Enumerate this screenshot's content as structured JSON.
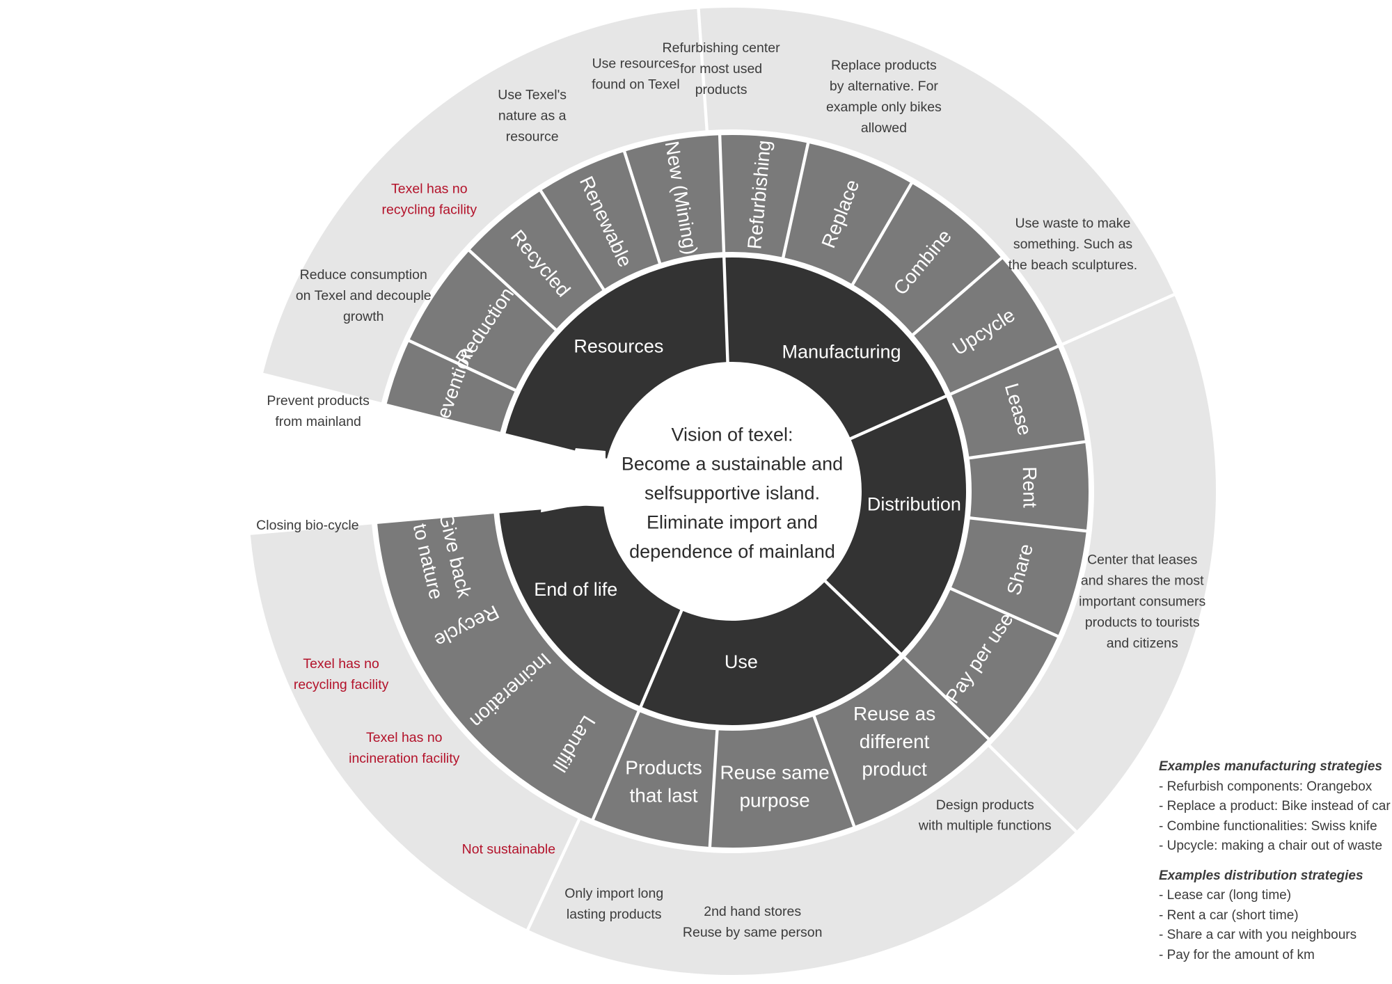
{
  "colors": {
    "center": "#ffffff",
    "phase": "#333333",
    "strategy": "#7a7a7a",
    "note_ring": "#e6e6e6",
    "note_text": "#3b3b3b",
    "warning_text": "#b3122a"
  },
  "center": {
    "lines": [
      "Vision of texel:",
      "Become a sustainable and",
      "selfsupportive island.",
      "Eliminate import and",
      "dependence of mainland"
    ]
  },
  "phases": [
    {
      "id": "resources",
      "label": "Resources",
      "strategies": [
        {
          "label": "Prevention"
        },
        {
          "label": "Reduction"
        },
        {
          "label": "Recycled"
        },
        {
          "label": "Renewable"
        },
        {
          "label": "New (Mining)"
        }
      ],
      "notes": [
        {
          "lines": [
            "Prevent products",
            "from mainland"
          ],
          "warning": false
        },
        {
          "lines": [
            "Reduce consumption",
            "on Texel and decouple",
            "growth"
          ],
          "warning": false
        },
        {
          "lines": [
            "Texel has no",
            "recycling facility"
          ],
          "warning": true
        },
        {
          "lines": [
            "Use Texel's",
            "nature as a",
            "resource"
          ],
          "warning": false
        },
        {
          "lines": [
            "Use resources",
            "found on Texel"
          ],
          "warning": false
        }
      ]
    },
    {
      "id": "manufacturing",
      "label": "Manufacturing",
      "strategies": [
        {
          "label": "Refurbishing"
        },
        {
          "label": "Replace"
        },
        {
          "label": "Combine"
        },
        {
          "label": "Upcycle"
        }
      ],
      "notes": [
        {
          "lines": [
            "Refurbishing center",
            "for most used",
            "products"
          ],
          "warning": false
        },
        {
          "lines": [
            "Replace products",
            "by alternative. For",
            "example only bikes",
            "allowed"
          ],
          "warning": false
        },
        {
          "lines": [
            "Use waste to make",
            "something. Such as",
            "the beach sculptures."
          ],
          "warning": false
        }
      ]
    },
    {
      "id": "distribution",
      "label": "Distribution",
      "strategies": [
        {
          "label": "Lease"
        },
        {
          "label": "Rent"
        },
        {
          "label": "Share"
        },
        {
          "label": "Pay per use"
        }
      ],
      "notes": [
        {
          "lines": [
            "Center that leases",
            "and shares the most",
            "important consumers",
            "products to tourists",
            "and citizens"
          ],
          "warning": false
        }
      ]
    },
    {
      "id": "use",
      "label": "Use",
      "strategies": [
        {
          "label": "Reuse as different product",
          "lines": [
            "Reuse as",
            "different",
            "product"
          ]
        },
        {
          "label": "Reuse same purpose",
          "lines": [
            "Reuse same",
            "purpose"
          ]
        },
        {
          "label": "Products that last",
          "lines": [
            "Products",
            "that last"
          ]
        }
      ],
      "notes": [
        {
          "lines": [
            "Design products",
            "with multiple functions"
          ],
          "warning": false
        },
        {
          "lines": [
            "2nd hand stores",
            "Reuse by same person"
          ],
          "warning": false
        },
        {
          "lines": [
            "Only import long",
            "lasting products"
          ],
          "warning": false
        }
      ]
    },
    {
      "id": "end-of-life",
      "label": "End of life",
      "strategies": [
        {
          "label": "Landfill"
        },
        {
          "label": "Incineration"
        },
        {
          "label": "Recycle"
        },
        {
          "label": "Give back to nature",
          "lines": [
            "Give back",
            "to nature"
          ]
        }
      ],
      "notes": [
        {
          "lines": [
            "Not sustainable"
          ],
          "warning": true
        },
        {
          "lines": [
            "Texel has no",
            "incineration facility"
          ],
          "warning": true
        },
        {
          "lines": [
            "Texel has no",
            "recycling facility"
          ],
          "warning": true
        },
        {
          "lines": [
            "Closing bio-cycle"
          ],
          "warning": false
        }
      ]
    }
  ],
  "legend": {
    "sections": [
      {
        "title": "Examples manufacturing strategies",
        "items": [
          "- Refurbish components: Orangebox",
          "- Replace a product: Bike instead of car",
          "- Combine functionalities: Swiss knife",
          "- Upcycle: making a chair out of waste"
        ]
      },
      {
        "title": "Examples distribution strategies",
        "items": [
          "- Lease car (long time)",
          "- Rent a car (short time)",
          "- Share a car with you neighbours",
          "- Pay for the amount of km"
        ]
      }
    ]
  }
}
